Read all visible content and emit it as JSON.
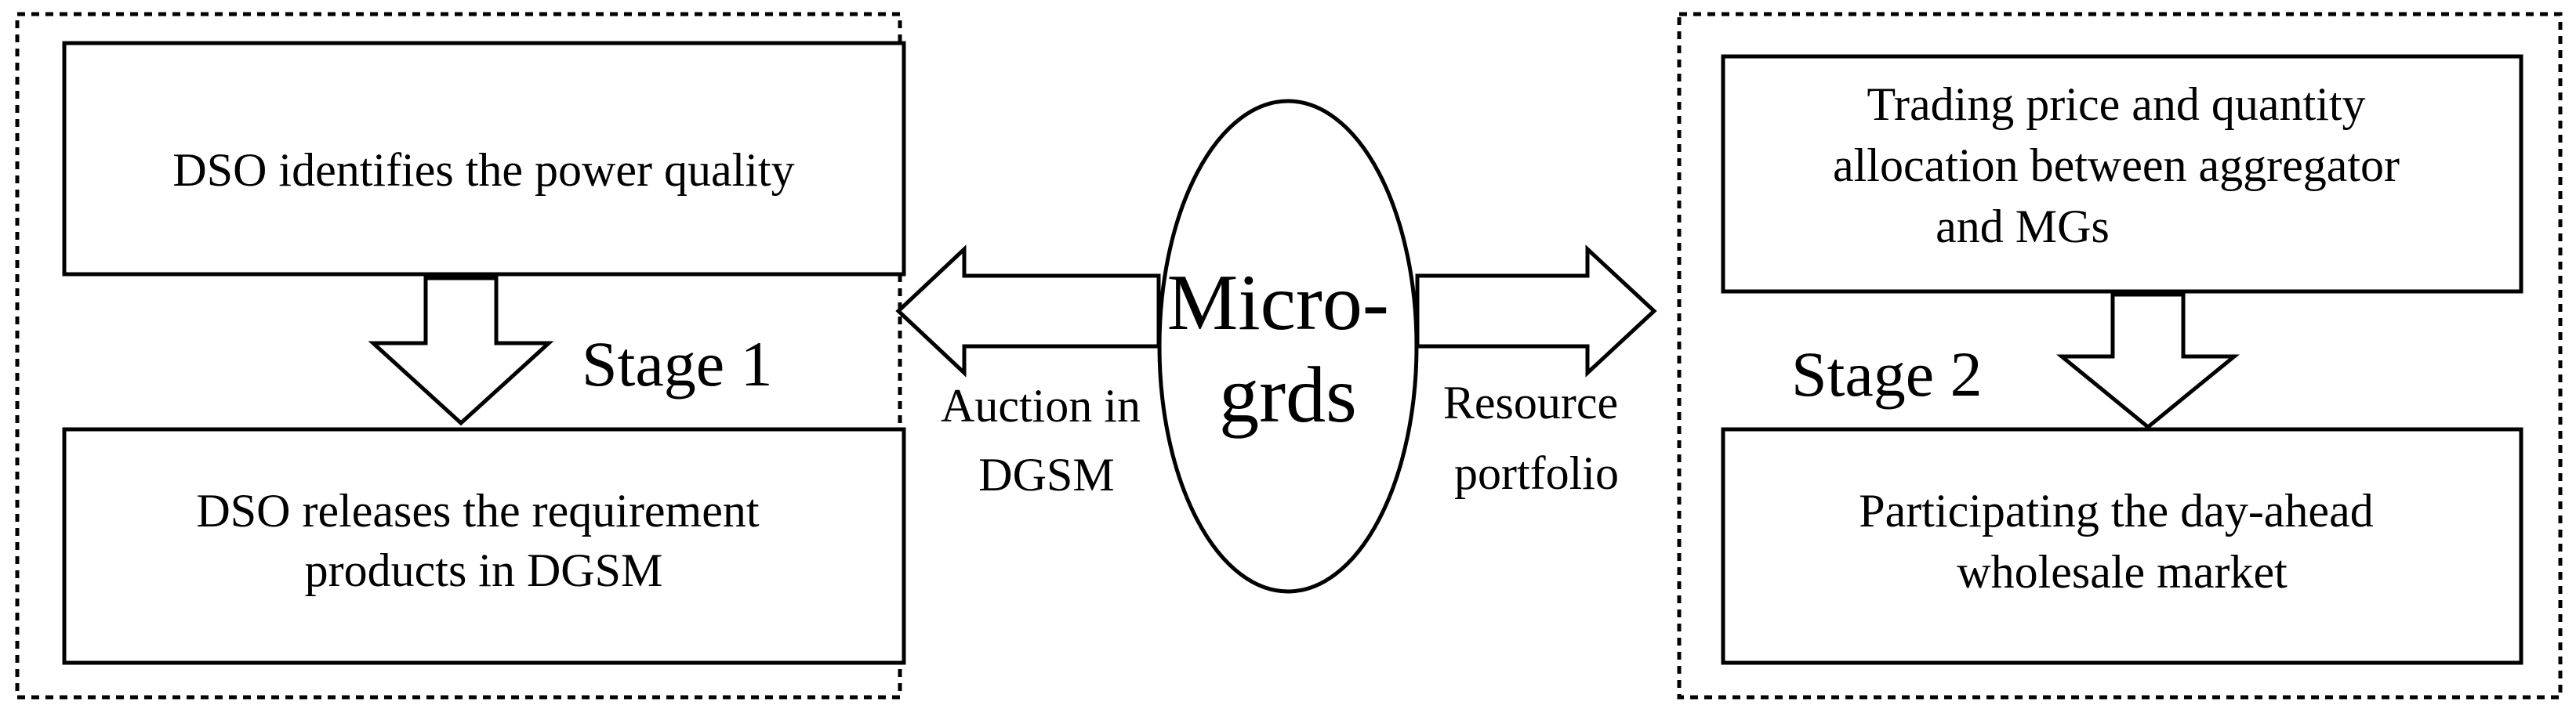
{
  "stage1": {
    "label": "Stage 1",
    "box_top": {
      "lines": [
        "DSO identifies the power quality"
      ]
    },
    "box_bottom": {
      "lines": [
        "DSO releases the requirement",
        "products in DGSM"
      ]
    }
  },
  "stage2": {
    "label": "Stage 2",
    "box_top": {
      "lines": [
        "Trading price and quantity",
        "allocation between aggregator",
        "and MGs"
      ]
    },
    "box_bottom": {
      "lines": [
        "Participating the day-ahead",
        "wholesale market"
      ]
    }
  },
  "center": {
    "lines": [
      "Micro-",
      "grds"
    ]
  },
  "left_arrow": {
    "lines": [
      "Auction in",
      "DGSM"
    ]
  },
  "right_arrow": {
    "lines": [
      "Resource",
      "portfolio"
    ]
  },
  "colors": {
    "stroke": "#000000",
    "fill": "#ffffff"
  }
}
